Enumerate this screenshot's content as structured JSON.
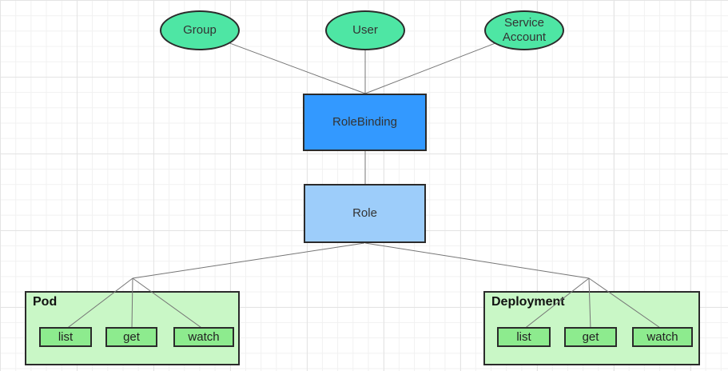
{
  "diagram": {
    "kind": "kubernetes-rbac-diagram",
    "nodes": {
      "group": {
        "label": "Group"
      },
      "user": {
        "label": "User"
      },
      "service_account": {
        "label": "Service Account"
      },
      "role_binding": {
        "label": "RoleBinding"
      },
      "role": {
        "label": "Role"
      },
      "pod": {
        "label": "Pod",
        "verbs": [
          "list",
          "get",
          "watch"
        ]
      },
      "deployment": {
        "label": "Deployment",
        "verbs": [
          "list",
          "get",
          "watch"
        ]
      }
    },
    "edges": [
      {
        "from": "Group",
        "to": "RoleBinding"
      },
      {
        "from": "User",
        "to": "RoleBinding"
      },
      {
        "from": "Service Account",
        "to": "RoleBinding"
      },
      {
        "from": "RoleBinding",
        "to": "Role"
      },
      {
        "from": "Role",
        "to": "Pod"
      },
      {
        "from": "Role",
        "to": "Deployment"
      },
      {
        "from": "Pod",
        "to": "list"
      },
      {
        "from": "Pod",
        "to": "get"
      },
      {
        "from": "Pod",
        "to": "watch"
      },
      {
        "from": "Deployment",
        "to": "list"
      },
      {
        "from": "Deployment",
        "to": "get"
      },
      {
        "from": "Deployment",
        "to": "watch"
      }
    ],
    "colors": {
      "subject_fill": "#4ee6a4",
      "rolebinding_fill": "#3399ff",
      "role_fill": "#9dcdfa",
      "resource_container_fill": "#c9f7c6",
      "verb_fill": "#8deb8e",
      "node_border": "#2b2b2b",
      "connector": "#757575",
      "grid_minor": "#f1f1f1",
      "grid_major": "#e4e4e4",
      "background": "#ffffff"
    }
  }
}
